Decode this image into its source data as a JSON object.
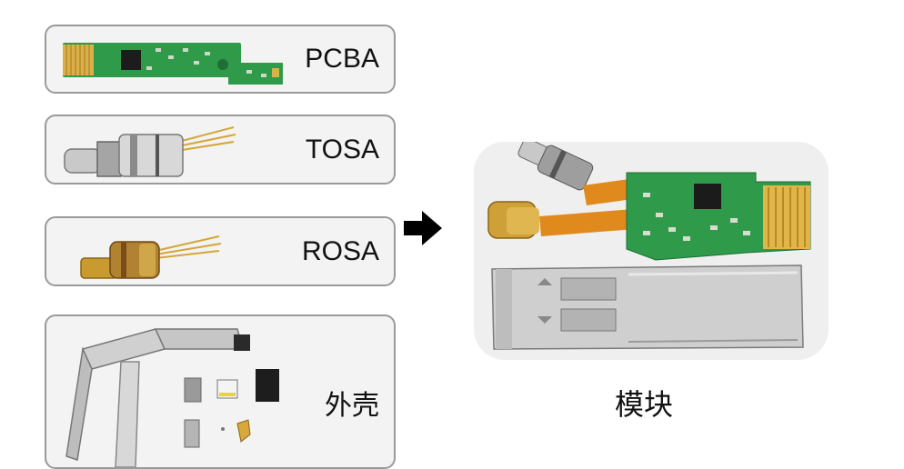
{
  "components": {
    "pcba": {
      "label": "PCBA"
    },
    "tosa": {
      "label": "TOSA"
    },
    "rosa": {
      "label": "ROSA"
    },
    "shell": {
      "label": "外壳"
    }
  },
  "result": {
    "label": "模块"
  },
  "colors": {
    "pcb_green": "#2f9a4a",
    "gold": "#d4a63a",
    "card_border": "#9a9a9a",
    "card_bg": "#f3f3f3",
    "module_bg": "#efefef"
  },
  "icons": [
    "pcb-board-image",
    "tosa-image",
    "rosa-image",
    "metal-shell-image",
    "right-arrow-icon",
    "assembled-module-image"
  ]
}
